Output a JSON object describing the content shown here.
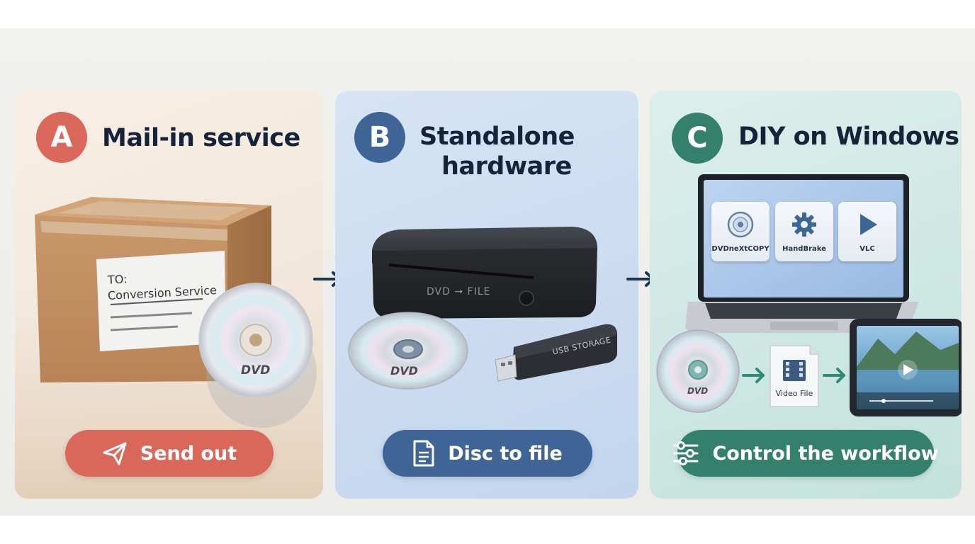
{
  "panels": {
    "a": {
      "badge": "A",
      "title": "Mail-in service",
      "label_to": "TO:",
      "label_recipient": "Conversion Service",
      "disc_text": "DVD",
      "action": "Send out",
      "color": "#d9685a"
    },
    "b": {
      "badge": "B",
      "title_line1": "Standalone",
      "title_line2": "hardware",
      "device_text": "DVD → FILE",
      "disc_text": "DVD",
      "usb_text": "USB STORAGE",
      "action": "Disc to file",
      "color": "#3f6597"
    },
    "c": {
      "badge": "C",
      "title": "DIY on Windows",
      "apps": [
        "DVDneXtCOPY",
        "HandBrake",
        "VLC"
      ],
      "disc_text": "DVD",
      "file_label": "Video File",
      "action": "Control the workflow",
      "color": "#34806d"
    }
  }
}
